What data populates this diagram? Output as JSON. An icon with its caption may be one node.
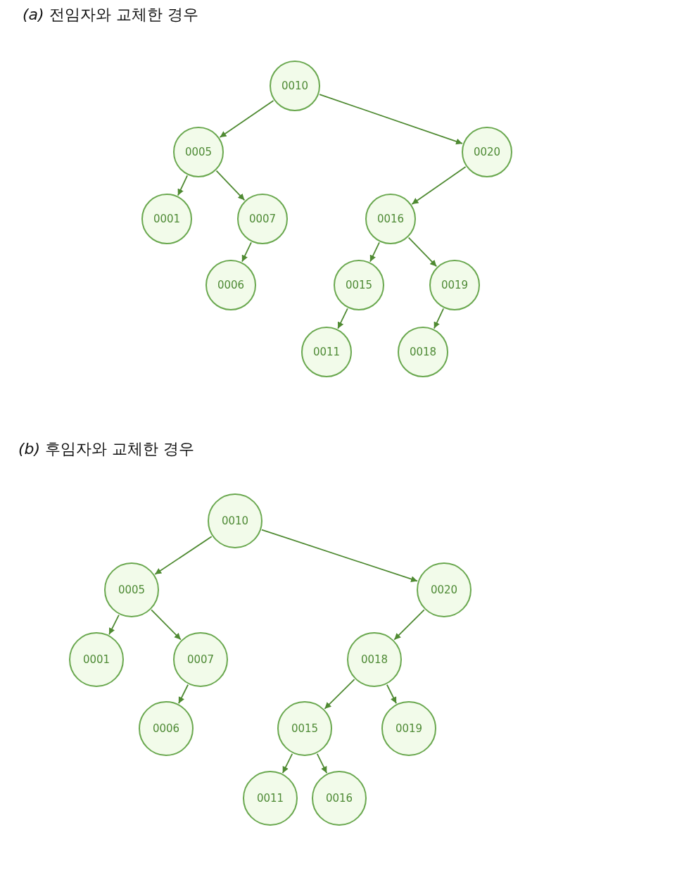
{
  "diagram": {
    "nodes": [
      {
        "text": [
          "0010"
        ]
      },
      {
        "text": [
          "0005"
        ]
      },
      {
        "text": [
          "0020"
        ]
      },
      {
        "text": [
          "0001"
        ]
      },
      {
        "text": [
          "0007"
        ]
      },
      {
        "text": [
          "0006"
        ]
      },
      {
        "text": [
          "0016"
        ]
      },
      {
        "text": [
          "0015"
        ]
      },
      {
        "text": [
          "0019"
        ]
      },
      {
        "text": [
          "0011"
        ]
      },
      {
        "text": [
          "0018"
        ]
      },
      {
        "text": [
          "0010"
        ]
      },
      {
        "text": [
          "0005"
        ]
      },
      {
        "text": [
          "0020"
        ]
      },
      {
        "text": [
          "0001"
        ]
      },
      {
        "text": [
          "0007"
        ]
      },
      {
        "text": [
          "0006"
        ]
      },
      {
        "text": [
          "0018"
        ]
      },
      {
        "text": [
          "0015"
        ]
      },
      {
        "text": [
          "0019"
        ]
      },
      {
        "text": [
          "0011"
        ]
      },
      {
        "text": [
          "0016"
        ]
      }
    ],
    "edges": [
      {
        "from": 0,
        "to": 1,
        "arrow": "to"
      },
      {
        "from": 0,
        "to": 2,
        "arrow": "to"
      },
      {
        "from": 1,
        "to": 3,
        "arrow": "to"
      },
      {
        "from": 1,
        "to": 4,
        "arrow": "to"
      },
      {
        "from": 4,
        "to": 5,
        "arrow": "to"
      },
      {
        "from": 2,
        "to": 6,
        "arrow": "to"
      },
      {
        "from": 6,
        "to": 7,
        "arrow": "to"
      },
      {
        "from": 6,
        "to": 8,
        "arrow": "to"
      },
      {
        "from": 7,
        "to": 9,
        "arrow": "to"
      },
      {
        "from": 8,
        "to": 10,
        "arrow": "to"
      },
      {
        "from": 11,
        "to": 12,
        "arrow": "to"
      },
      {
        "from": 11,
        "to": 13,
        "arrow": "to"
      },
      {
        "from": 12,
        "to": 14,
        "arrow": "to"
      },
      {
        "from": 12,
        "to": 15,
        "arrow": "to"
      },
      {
        "from": 15,
        "to": 16,
        "arrow": "to"
      },
      {
        "from": 13,
        "to": 17,
        "arrow": "to"
      },
      {
        "from": 17,
        "to": 18,
        "arrow": "to"
      },
      {
        "from": 17,
        "to": 19,
        "arrow": "to"
      },
      {
        "from": 18,
        "to": 20,
        "arrow": "to"
      },
      {
        "from": 18,
        "to": 21,
        "arrow": "to"
      }
    ],
    "labels": [
      "*(a)* 전임자와 교체한 경우",
      "*(b)* 후임자와 교체한 경우"
    ]
  }
}
